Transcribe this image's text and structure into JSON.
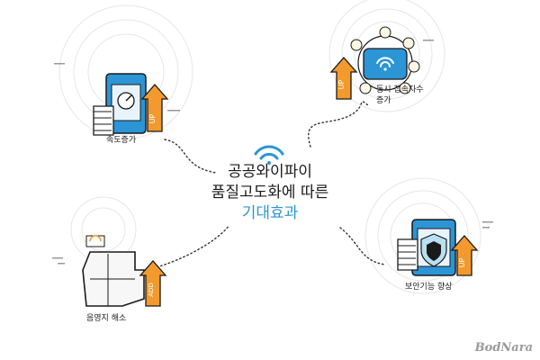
{
  "title": {
    "line1": "공공와이파이",
    "line2": "품질고도화에 따른",
    "line3": "기대효과"
  },
  "items": [
    {
      "label": "속도증가",
      "badge": "UP"
    },
    {
      "label": "동시 접속자수\n증가",
      "badge": "UP"
    },
    {
      "label": "음영지 해소",
      "badge": "ADD"
    },
    {
      "label": "보안기능 향상",
      "badge": "UP"
    }
  ],
  "brand": "BodNara",
  "colors": {
    "accent_blue": "#2b95d6",
    "accent_orange": "#f39a2e",
    "outline": "#1a1a1a"
  }
}
